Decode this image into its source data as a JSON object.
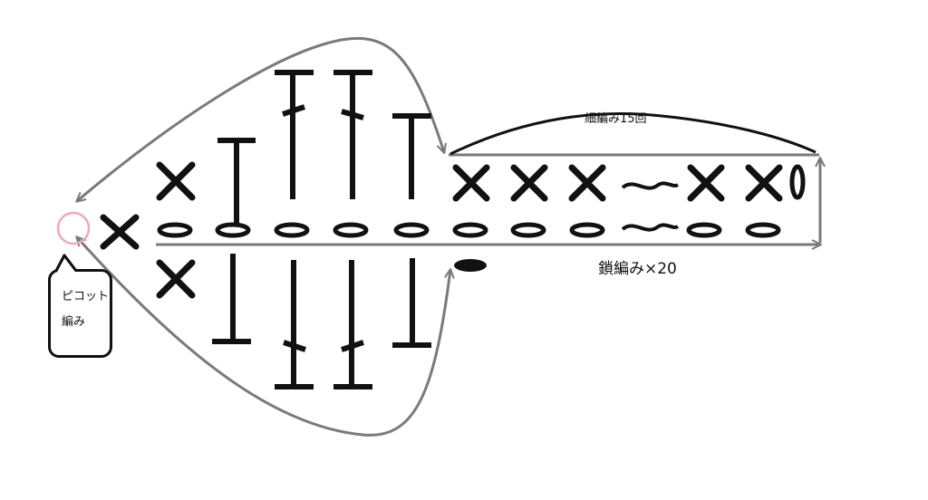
{
  "labels": {
    "single_crochet_count": "細編み15回",
    "chain_count": "鎖編み×20",
    "picot_line1": "ピコット",
    "picot_line2": "編み"
  },
  "colors": {
    "stitch": "#111111",
    "flow_arrow": "#7a7a7a",
    "picot": "#f4a6c0"
  },
  "symbols": {
    "single_crochet": "×",
    "chain": "oval",
    "double_crochet": "T-with-slash",
    "half_double_crochet": "T",
    "slip_stitch": "filled-oval",
    "picot": "circle",
    "continuation": "~"
  }
}
